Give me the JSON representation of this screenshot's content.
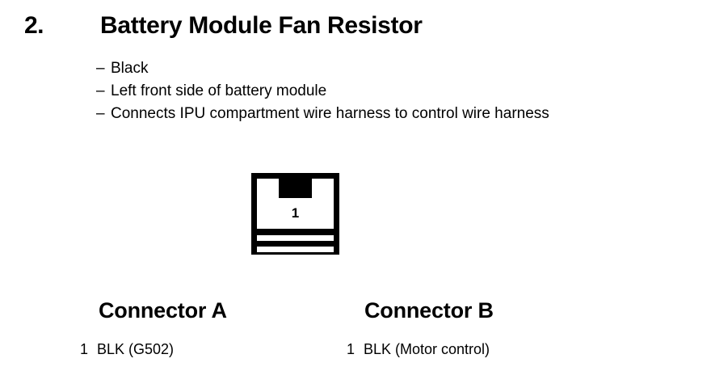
{
  "header": {
    "number": "2.",
    "title": "Battery Module Fan Resistor"
  },
  "details": {
    "dash": "–",
    "items": [
      "Black",
      "Left front side of battery module",
      "Connects IPU compartment wire harness to control wire harness"
    ]
  },
  "symbol": {
    "name": "connector-pinout-symbol",
    "pin_label": "1"
  },
  "connectors": [
    {
      "heading": "Connector A",
      "pins": [
        {
          "index": "1",
          "description": "BLK (G502)"
        }
      ]
    },
    {
      "heading": "Connector B",
      "pins": [
        {
          "index": "1",
          "description": "BLK (Motor control)"
        }
      ]
    }
  ],
  "colors": {
    "background": "#ffffff",
    "ink": "#000000"
  }
}
